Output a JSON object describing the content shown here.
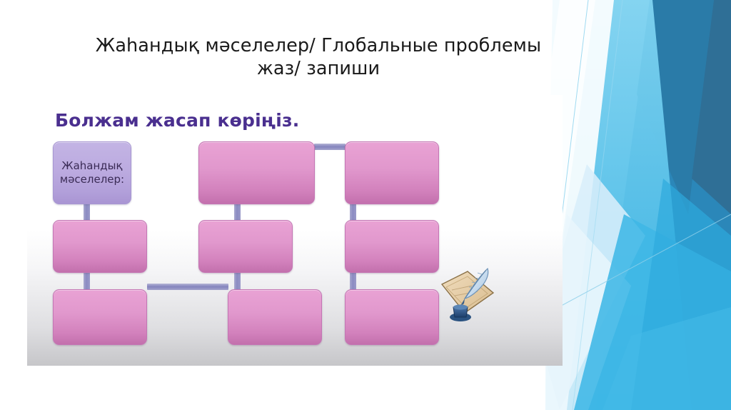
{
  "slide": {
    "title_line_1": "Жаһандық мәселелер/ Глобальные проблемы",
    "title_line_2": "жаз/ запиши",
    "title_color": "#1a1a1a",
    "background_color": "#ffffff"
  },
  "diagram": {
    "heading": "Болжам жасап көріңіз.",
    "heading_color": "#4a2f8f",
    "root_label": "Жаһандық\nмәселелер:",
    "node_fill_pink": "#e198cd",
    "node_fill_lavender": "#bcabe0",
    "connector_color": "#8b8bc2",
    "nodes": [
      {
        "id": "r1c1",
        "label": "Жаһандық\nмәселелер:",
        "style": "lavender",
        "row": 1,
        "col": 1
      },
      {
        "id": "r1c2",
        "label": "",
        "style": "pink",
        "row": 1,
        "col": 2
      },
      {
        "id": "r1c3",
        "label": "",
        "style": "pink",
        "row": 1,
        "col": 3
      },
      {
        "id": "r2c1",
        "label": "",
        "style": "pink",
        "row": 2,
        "col": 1
      },
      {
        "id": "r2c2",
        "label": "",
        "style": "pink",
        "row": 2,
        "col": 2
      },
      {
        "id": "r2c3",
        "label": "",
        "style": "pink",
        "row": 2,
        "col": 3
      },
      {
        "id": "r3c1",
        "label": "",
        "style": "pink",
        "row": 3,
        "col": 1
      },
      {
        "id": "r3c2",
        "label": "",
        "style": "pink",
        "row": 3,
        "col": 2
      },
      {
        "id": "r3c3",
        "label": "",
        "style": "pink",
        "row": 3,
        "col": 3
      }
    ],
    "connectors": [
      {
        "from": "r1c1",
        "to": "r2c1",
        "orientation": "vertical"
      },
      {
        "from": "r2c1",
        "to": "r3c1",
        "orientation": "vertical"
      },
      {
        "from": "r3c1",
        "to": "r3c2",
        "orientation": "horizontal"
      },
      {
        "from": "r1c2",
        "to": "r1c3",
        "orientation": "horizontal"
      },
      {
        "from": "r1c2",
        "to": "r2c2",
        "orientation": "vertical"
      },
      {
        "from": "r2c2",
        "to": "r3c2",
        "orientation": "vertical"
      },
      {
        "from": "r1c3",
        "to": "r2c3",
        "orientation": "vertical"
      },
      {
        "from": "r2c3",
        "to": "r3c3",
        "orientation": "vertical"
      }
    ]
  },
  "illustration": {
    "name": "quill-and-parchment",
    "description": "Quill pen with parchment scroll and inkwell"
  },
  "decoration": {
    "name": "blue-banded-corner-graphic",
    "colors": [
      "#5bc4ea",
      "#2e9fd4",
      "#1f7fb5",
      "#2c6f99",
      "#cdeaf7",
      "#eaf7fd"
    ]
  }
}
